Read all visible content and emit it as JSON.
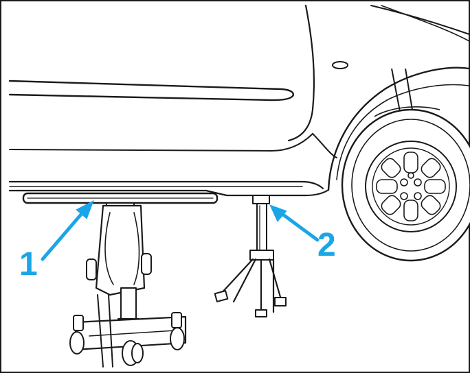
{
  "illustration": {
    "subject": "car-side-lift",
    "components": [
      "car-body",
      "rear-wheel",
      "floor-jack",
      "jack-beam",
      "axle-stand"
    ]
  },
  "callouts": [
    {
      "number": "1",
      "target": "floor-jack-beam"
    },
    {
      "number": "2",
      "target": "axle-stand"
    }
  ],
  "colors": {
    "callout": "#1aa6e6",
    "line": "#1a1a1a",
    "background": "#ffffff"
  }
}
